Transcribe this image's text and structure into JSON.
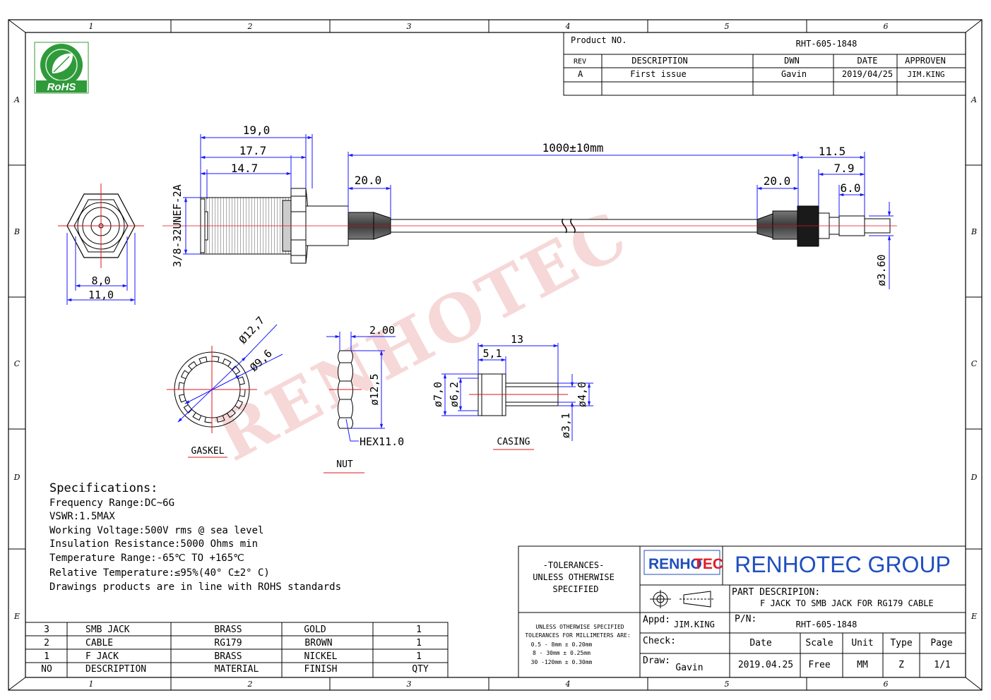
{
  "grid": {
    "cols": [
      "1",
      "2",
      "3",
      "4",
      "5",
      "6"
    ],
    "rows": [
      "A",
      "B",
      "C",
      "D",
      "E"
    ]
  },
  "logo": {
    "text": "RoHS"
  },
  "header": {
    "product_no_label": "Product NO.",
    "product_no": "RHT-605-1848",
    "col_rev": "REV",
    "col_desc": "DESCRIPTION",
    "col_dwn": "DWN",
    "col_date": "DATE",
    "col_appr": "APPROVEN",
    "rev": "A",
    "desc": "First issue",
    "dwn": "Gavin",
    "date": "2019/04/25",
    "appr": "JIM.KING"
  },
  "dims": {
    "d190": "19,0",
    "d177": "17.7",
    "d147": "14.7",
    "d200l": "20.0",
    "dlen": "1000±10mm",
    "d200r": "20.0",
    "d115": "11.5",
    "d79": "7.9",
    "d60": "6.0",
    "thread": "3/8-32UNEF-2A",
    "dia36": "ø3.60",
    "d80": "8,0",
    "d110": "11,0",
    "g127": "Ø12,7",
    "g96": "Ø9,6",
    "n200": "2.00",
    "n125": "ø12,5",
    "hex": "HEX11.0",
    "c13": "13",
    "c51": "5,1",
    "c70": "ø7,0",
    "c62": "ø6,2",
    "c40": "ø4,0",
    "c31": "ø3,1"
  },
  "labels": {
    "gasket": "GASKEL",
    "nut": "NUT",
    "casing": "CASING"
  },
  "watermark": "RENHOTEC",
  "specs": {
    "title": "Specifications:",
    "lines": [
      "Frequency Range:DC~6G",
      "VSWR:1.5MAX",
      "Working Voltage:500V rms @ sea level",
      "Insulation Resistance:5000 Ohms min",
      "Temperature Range:-65℃ TO +165℃",
      "Relative Temperature:≤95%(40° C±2° C)",
      "Drawings products are in line with ROHS standards"
    ]
  },
  "bom": {
    "headers": [
      "NO",
      "DESCRIPTION",
      "MATERIAL",
      "FINISH",
      "QTY"
    ],
    "rows": [
      [
        "3",
        "SMB JACK",
        "BRASS",
        "GOLD",
        "1"
      ],
      [
        "2",
        "CABLE",
        "RG179",
        "BROWN",
        "1"
      ],
      [
        "1",
        "F JACK",
        "BRASS",
        "NICKEL",
        "1"
      ]
    ]
  },
  "tolerance": {
    "l1": "-TOLERANCES-",
    "l2": "UNLESS OTHERWISE",
    "l3": "SPECIFIED",
    "s1": "UNLESS OTHERWISE SPECIFIED",
    "s2": "TOLERANCES FOR MILLIMETERS ARE:",
    "s3": "0.5 - 8mm ± 0.20mm",
    "s4": "8 - 30mm ± 0.25mm",
    "s5": "30 -120mm ± 0.30mm"
  },
  "title_block": {
    "brand_a": "RENHO",
    "brand_b": "TEC",
    "company": "RENHOTEC GROUP",
    "part_desc_label": "PART DESCRIPION:",
    "part_desc": "F JACK TO SMB JACK FOR RG179 CABLE",
    "appd_label": "Appd:",
    "appd": "JIM.KING",
    "pn_label": "P/N:",
    "pn": "RHT-605-1848",
    "check_label": "Check:",
    "draw_label": "Draw:",
    "draw": "Gavin",
    "h_date": "Date",
    "h_scale": "Scale",
    "h_unit": "Unit",
    "h_type": "Type",
    "h_page": "Page",
    "v_date": "2019.04.25",
    "v_scale": "Free",
    "v_unit": "MM",
    "v_type": "Z",
    "v_page": "1/1"
  },
  "colors": {
    "dim": "#1a1aff",
    "center": "#e0141e",
    "brand_red": "#e31b23",
    "brand_blue": "#1f4fbf",
    "watermark": "#f2c8c8"
  }
}
